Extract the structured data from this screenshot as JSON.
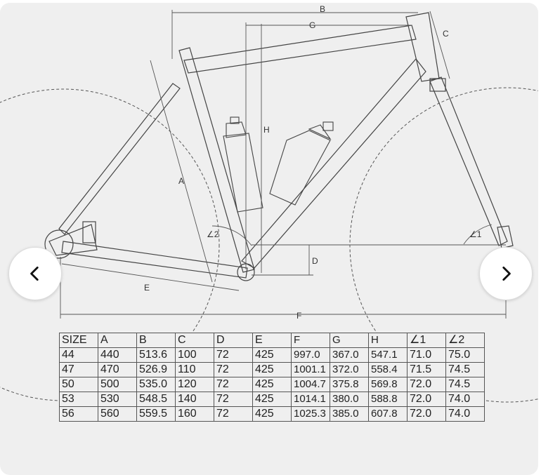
{
  "dimension_labels": {
    "A": "A",
    "B": "B",
    "C": "C",
    "D": "D",
    "E": "E",
    "F": "F",
    "G": "G",
    "H": "H",
    "L1": "∠1",
    "L2": "∠2"
  },
  "geometry_table": {
    "headers": [
      "SIZE",
      "A",
      "B",
      "C",
      "D",
      "E",
      "F",
      "G",
      "H",
      "∠1",
      "∠2"
    ],
    "rows": [
      [
        "44",
        "440",
        "513.6",
        "100",
        "72",
        "425",
        "997.0",
        "367.0",
        "547.1",
        "71.0",
        "75.0"
      ],
      [
        "47",
        "470",
        "526.9",
        "110",
        "72",
        "425",
        "1001.1",
        "372.0",
        "558.4",
        "71.5",
        "74.5"
      ],
      [
        "50",
        "500",
        "535.0",
        "120",
        "72",
        "425",
        "1004.7",
        "375.8",
        "569.8",
        "72.0",
        "74.5"
      ],
      [
        "53",
        "530",
        "548.5",
        "140",
        "72",
        "425",
        "1014.1",
        "380.0",
        "588.8",
        "72.0",
        "74.0"
      ],
      [
        "56",
        "560",
        "559.5",
        "160",
        "72",
        "425",
        "1025.3",
        "385.0",
        "607.8",
        "72.0",
        "74.0"
      ]
    ]
  },
  "controls": {
    "prev_icon": "chevron-left-icon",
    "next_icon": "chevron-right-icon"
  }
}
